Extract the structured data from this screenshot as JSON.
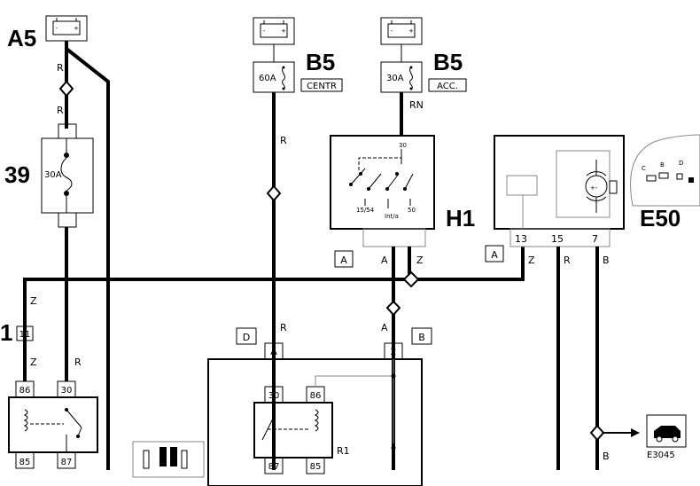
{
  "components": {
    "a5": "A5",
    "b5_left": "B5",
    "b5_right": "B5",
    "b39": "39",
    "h1": "H1",
    "e50": "E50",
    "r1": "R1",
    "e3045": "E3045",
    "left_num": "1"
  },
  "fuses": {
    "f60": "60A",
    "f60_tag": "CENTR",
    "f30": "30A",
    "f30_tag": "ACC.",
    "b39_fuse": "30A"
  },
  "wire_colors": {
    "a5_r1": "R",
    "a5_r2": "R",
    "b5l_r1": "R",
    "b5l_r2": "R",
    "b5r_rn": "RN",
    "h1_a1": "A",
    "h1_z": "Z",
    "h1_a2": "A",
    "e50_z": "Z",
    "e50_r": "R",
    "e50_b1": "B",
    "e50_b2": "B",
    "left_z1": "Z",
    "left_z2": "Z",
    "left_r": "R"
  },
  "connectors": {
    "h1_A": "A",
    "e50_A": "A",
    "d_tag": "D",
    "b_tag": "B",
    "a_pin": "A",
    "pin_2": "2",
    "pin_11": "11"
  },
  "pins": {
    "h1_30": "30",
    "h1_1554": "15/54",
    "h1_int": "Int/a",
    "h1_50": "50",
    "e50_13": "13",
    "e50_15": "15",
    "e50_7": "7",
    "lr_86": "86",
    "lr_30": "30",
    "lr_85": "85",
    "lr_87": "87",
    "r1_30": "30",
    "r1_86": "86",
    "r1_87": "87",
    "r1_85": "85"
  },
  "inset_labels": {
    "c": "C",
    "b": "B",
    "d": "D"
  },
  "icons": {
    "battery": "battery-icon",
    "fuse": "fuse-icon",
    "car": "car-icon",
    "motor": "motor-icon"
  }
}
